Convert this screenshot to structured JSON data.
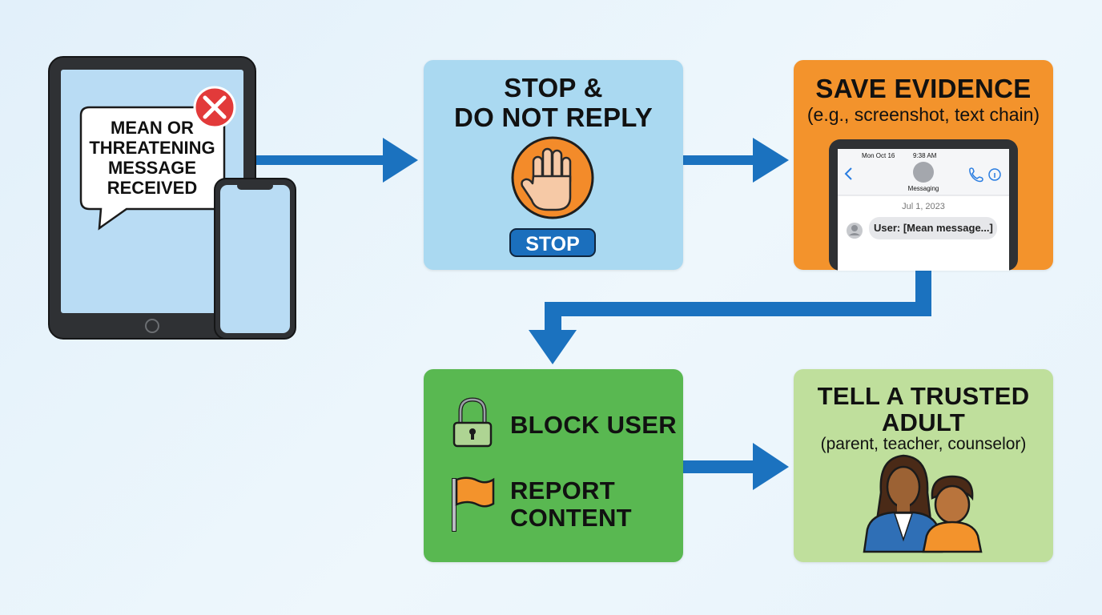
{
  "colors": {
    "arrow": "#1b72bf",
    "stop_card": "#aad9f1",
    "save_card": "#f3932c",
    "block_card": "#59b851",
    "tell_card": "#bfdf9c"
  },
  "step_received": {
    "bubble_lines": [
      "MEAN OR",
      "THREATENING",
      "MESSAGE",
      "RECEIVED"
    ],
    "icons": [
      "tablet-icon",
      "phone-icon",
      "speech-bubble-icon",
      "x-mark-icon"
    ]
  },
  "step_stop": {
    "title_lines": [
      "STOP &",
      "DO NOT REPLY"
    ],
    "badge": "STOP",
    "icon": "raised-hand-icon"
  },
  "step_save": {
    "title": "SAVE EVIDENCE",
    "subtitle": "(e.g., screenshot, text chain)",
    "screenshot": {
      "status_time": "Mon Oct 16",
      "status_clock": "9:38 AM",
      "contact_label": "Messaging",
      "date": "Jul 1, 2023",
      "message": "User: [Mean message...]"
    }
  },
  "step_block": {
    "block_label": "BLOCK USER",
    "report_lines": [
      "REPORT",
      "CONTENT"
    ],
    "icons": [
      "padlock-icon",
      "flag-icon"
    ]
  },
  "step_tell": {
    "title_lines": [
      "TELL A TRUSTED",
      "ADULT"
    ],
    "subtitle": "(parent, teacher, counselor)",
    "icon": "adult-and-child-icon"
  }
}
